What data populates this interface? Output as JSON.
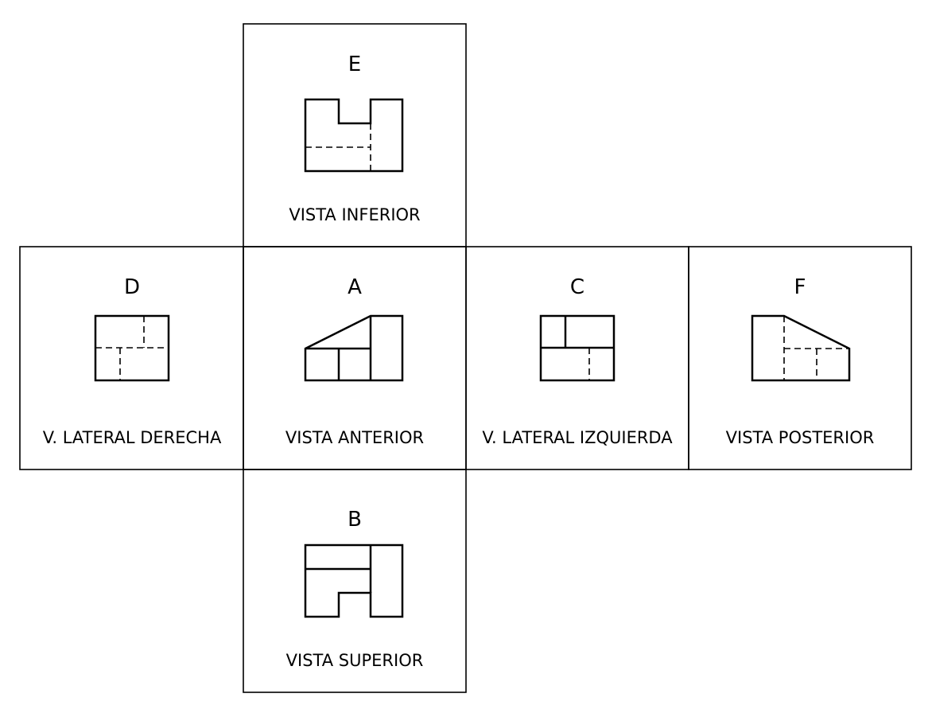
{
  "views": {
    "top_panel": {
      "letter": "E",
      "caption": "VISTA INFERIOR"
    },
    "right_side": {
      "letter": "D",
      "caption": "V. LATERAL DERECHA"
    },
    "front": {
      "letter": "A",
      "caption": "VISTA ANTERIOR"
    },
    "left_side": {
      "letter": "C",
      "caption": "V. LATERAL IZQUIERDA"
    },
    "rear": {
      "letter": "F",
      "caption": "VISTA POSTERIOR"
    },
    "bottom_panel": {
      "letter": "B",
      "caption": "VISTA SUPERIOR"
    }
  },
  "style": {
    "line_color": "#000000",
    "background": "#ffffff"
  }
}
